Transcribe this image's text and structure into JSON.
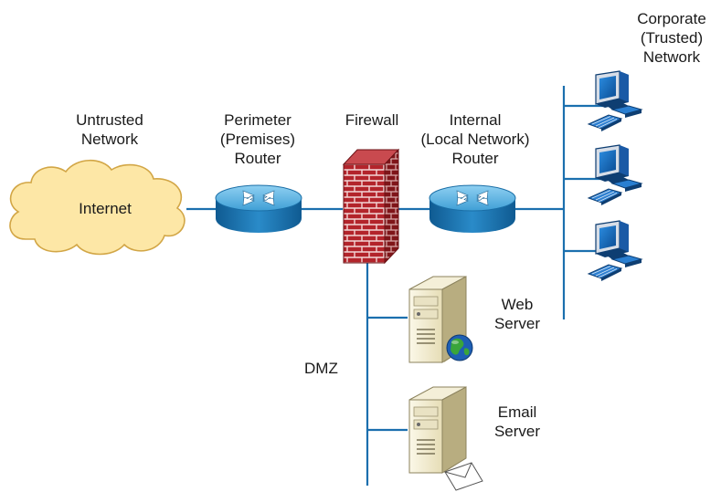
{
  "labels": {
    "untrusted": [
      "Untrusted",
      "Network"
    ],
    "internet": "Internet",
    "perimeter_router": [
      "Perimeter",
      "(Premises)",
      "Router"
    ],
    "firewall": "Firewall",
    "internal_router": [
      "Internal",
      "(Local Network)",
      "Router"
    ],
    "corporate": [
      "Corporate",
      "(Trusted)",
      "Network"
    ],
    "dmz": "DMZ",
    "web_server": [
      "Web",
      "Server"
    ],
    "email_server": [
      "Email",
      "Server"
    ]
  },
  "colors": {
    "link": "#1b6fae",
    "cloud_fill": "#fde7a6",
    "cloud_stroke": "#d2a646",
    "router_top": "#5fb4e3",
    "router_body": "#1f7bb6",
    "firewall_brick": "#b3242b",
    "computer_blue": "#1e74c8",
    "server_body": "#efe9cf"
  },
  "icons": [
    "cloud-icon",
    "router-icon",
    "firewall-icon",
    "computer-icon",
    "web-server-icon",
    "email-server-icon",
    "globe-icon",
    "envelope-icon"
  ]
}
